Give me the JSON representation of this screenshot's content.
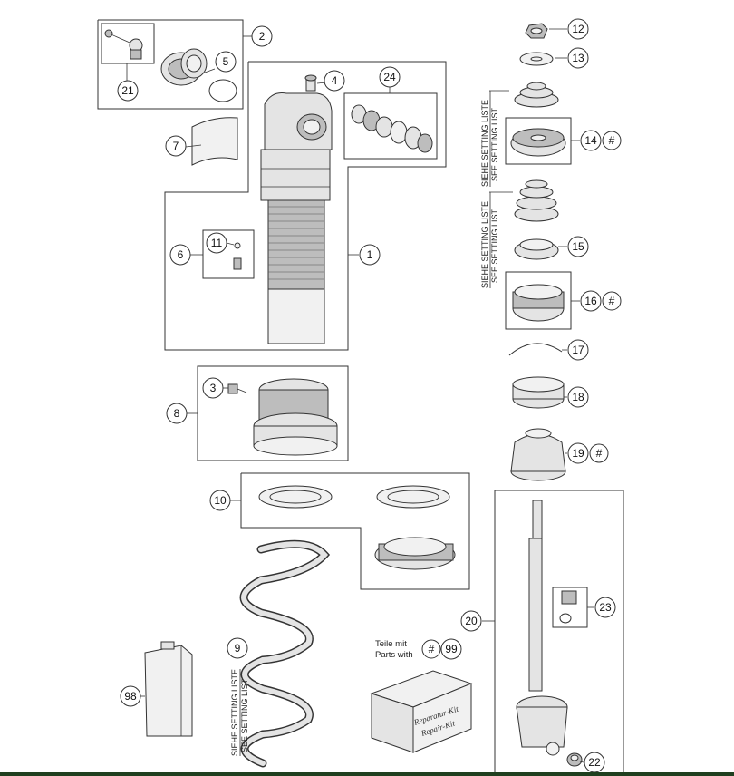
{
  "callouts": {
    "c1": "1",
    "c2": "2",
    "c3": "3",
    "c4": "4",
    "c5": "5",
    "c6": "6",
    "c7": "7",
    "c8": "8",
    "c9": "9",
    "c10": "10",
    "c11": "11",
    "c12": "12",
    "c13": "13",
    "c14": "14",
    "c15": "15",
    "c16": "16",
    "c17": "17",
    "c18": "18",
    "c19": "19",
    "c20": "20",
    "c21": "21",
    "c22": "22",
    "c23": "23",
    "c24": "24",
    "c98": "98",
    "c99": "99"
  },
  "hash_mark": "#",
  "setting_list": {
    "de": "SIEHE SETTING LISTE",
    "en": "SEE SETTING LIST"
  },
  "parts_note": {
    "de": "Teile mit",
    "en": "Parts with"
  },
  "repair_kit": {
    "de": "Reparatur-Kit",
    "en": "Repair-Kit"
  },
  "colors": {
    "line": "#333333",
    "part_fill": "#e4e4e4",
    "part_dark": "#bdbdbd",
    "bottom_rule": "#1f3f1f"
  }
}
